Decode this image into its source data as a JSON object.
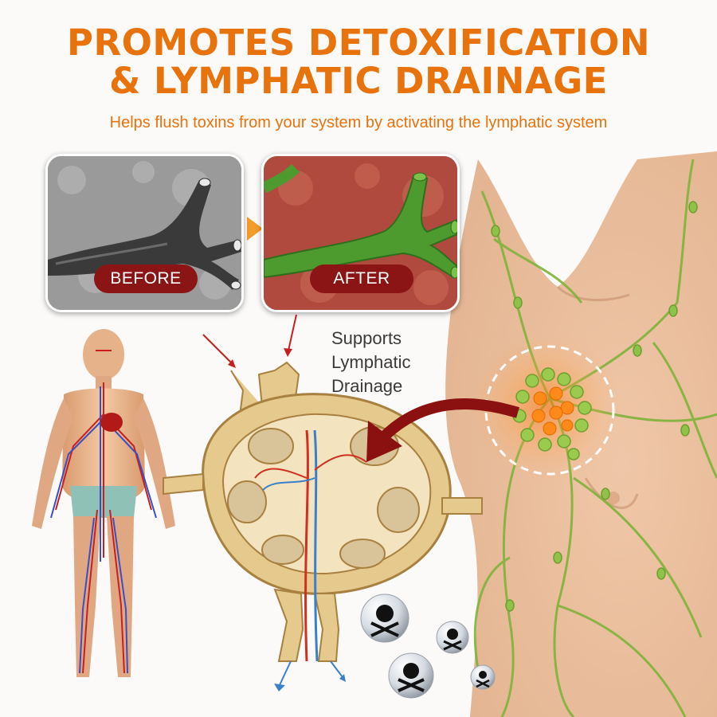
{
  "headline": {
    "line1": "PROMOTES DETOXIFICATION",
    "line2": "& LYMPHATIC DRAINAGE"
  },
  "subheadline": "Helps flush toxins from your system by activating the lymphatic system",
  "comparison": {
    "before_label": "BEFORE",
    "after_label": "AFTER"
  },
  "callout": {
    "line1": "Supports",
    "line2": "Lymphatic",
    "line3": "Drainage"
  },
  "colors": {
    "headline": "#e8720c",
    "subheadline": "#e8720c",
    "label_pill": "#8b1414",
    "arrow_red": "#8b1010",
    "node_tan": "#e6c98c",
    "lymph_green": "#7fb33a"
  },
  "icons": [
    "skull-crossbones-icon",
    "orange-arrow-icon",
    "curved-arrow-icon"
  ]
}
